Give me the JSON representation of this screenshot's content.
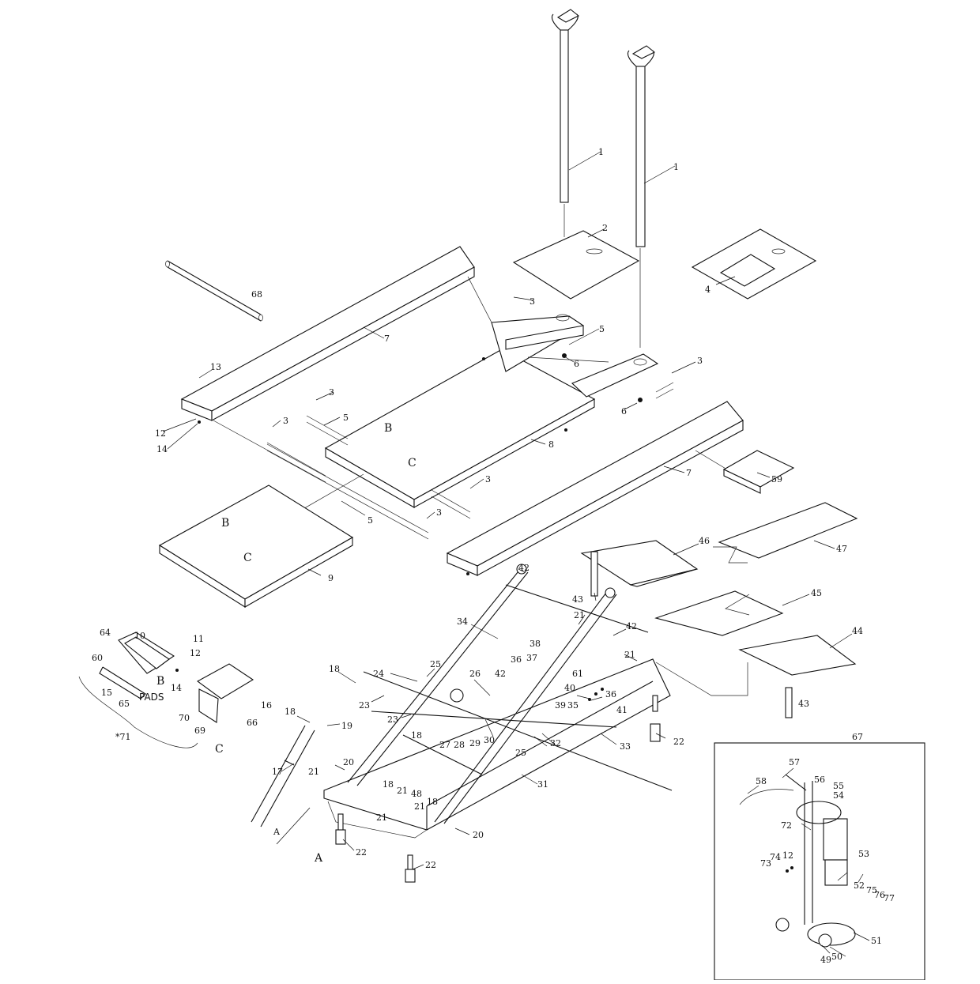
{
  "callouts": {
    "c1a": "1",
    "c1b": "1",
    "c2": "2",
    "c3a": "3",
    "c3b": "3",
    "c3c": "3",
    "c3d": "3",
    "c3e": "3",
    "c3f": "3",
    "c4": "4",
    "c5a": "5",
    "c5b": "5",
    "c5c": "5",
    "c6a": "6",
    "c6b": "6",
    "c7a": "7",
    "c7b": "7",
    "c8": "8",
    "c9": "9",
    "c10": "10",
    "c11": "11",
    "c12a": "12",
    "c12b": "12",
    "c12c": "12",
    "c13": "13",
    "c14a": "14",
    "c14b": "14",
    "c15": "15",
    "c16": "16",
    "c17": "17",
    "c18a": "18",
    "c18b": "18",
    "c18c": "18",
    "c18d": "18",
    "c18e": "18",
    "c19": "19",
    "c20a": "20",
    "c20b": "20",
    "c21a": "21",
    "c21b": "21",
    "c21c": "21",
    "c21d": "21",
    "c21e": "21",
    "c21f": "21",
    "c22a": "22",
    "c22b": "22",
    "c22c": "22",
    "c23a": "23",
    "c23b": "23",
    "c24": "24",
    "c25a": "25",
    "c25b": "25",
    "c26": "26",
    "c27": "27",
    "c28": "28",
    "c29": "29",
    "c30": "30",
    "c31": "31",
    "c32": "32",
    "c33": "33",
    "c34": "34",
    "c35": "35",
    "c36a": "36",
    "c36b": "36",
    "c37": "37",
    "c38": "38",
    "c39": "39",
    "c40": "40",
    "c41": "41",
    "c42a": "42",
    "c42b": "42",
    "c42c": "42",
    "c43a": "43",
    "c43b": "43",
    "c44": "44",
    "c45": "45",
    "c46": "46",
    "c47": "47",
    "c48": "48",
    "c49": "49",
    "c50": "50",
    "c51": "51",
    "c52": "52",
    "c53": "53",
    "c54": "54",
    "c55": "55",
    "c56": "56",
    "c57": "57",
    "c58": "58",
    "c59": "59",
    "c60": "60",
    "c61": "61",
    "c64": "64",
    "c65": "65",
    "c66": "66",
    "c67": "67",
    "c68": "68",
    "c69": "69",
    "c70": "70",
    "c71": "*71",
    "c72": "72",
    "c73": "73",
    "c74": "74",
    "c75": "75",
    "c76": "76",
    "c77": "77"
  },
  "letters": {
    "b_mid": "B",
    "c_mid": "C",
    "b_left": "B",
    "c_left": "C",
    "b_pad": "B",
    "c_pad": "C",
    "a_base": "A",
    "a_ram": "A"
  },
  "pads_label": "PADS"
}
